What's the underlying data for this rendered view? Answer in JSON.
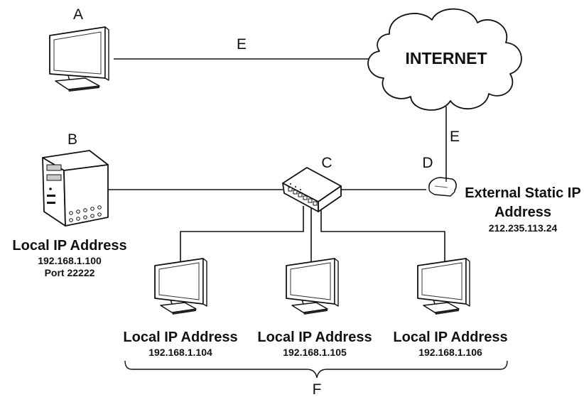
{
  "letters": {
    "a": "A",
    "b": "B",
    "c": "C",
    "d": "D",
    "e_top": "E",
    "e_right": "E",
    "f": "F"
  },
  "internet": {
    "label": "INTERNET"
  },
  "router": {
    "title_line1": "External Static IP",
    "title_line2": "Address",
    "ip": "212.235.113.24"
  },
  "server": {
    "title": "Local IP Address",
    "ip": "192.168.1.100",
    "port": "Port 22222"
  },
  "clients": [
    {
      "title": "Local IP Address",
      "ip": "192.168.1.104"
    },
    {
      "title": "Local IP Address",
      "ip": "192.168.1.105"
    },
    {
      "title": "Local IP Address",
      "ip": "192.168.1.106"
    }
  ]
}
